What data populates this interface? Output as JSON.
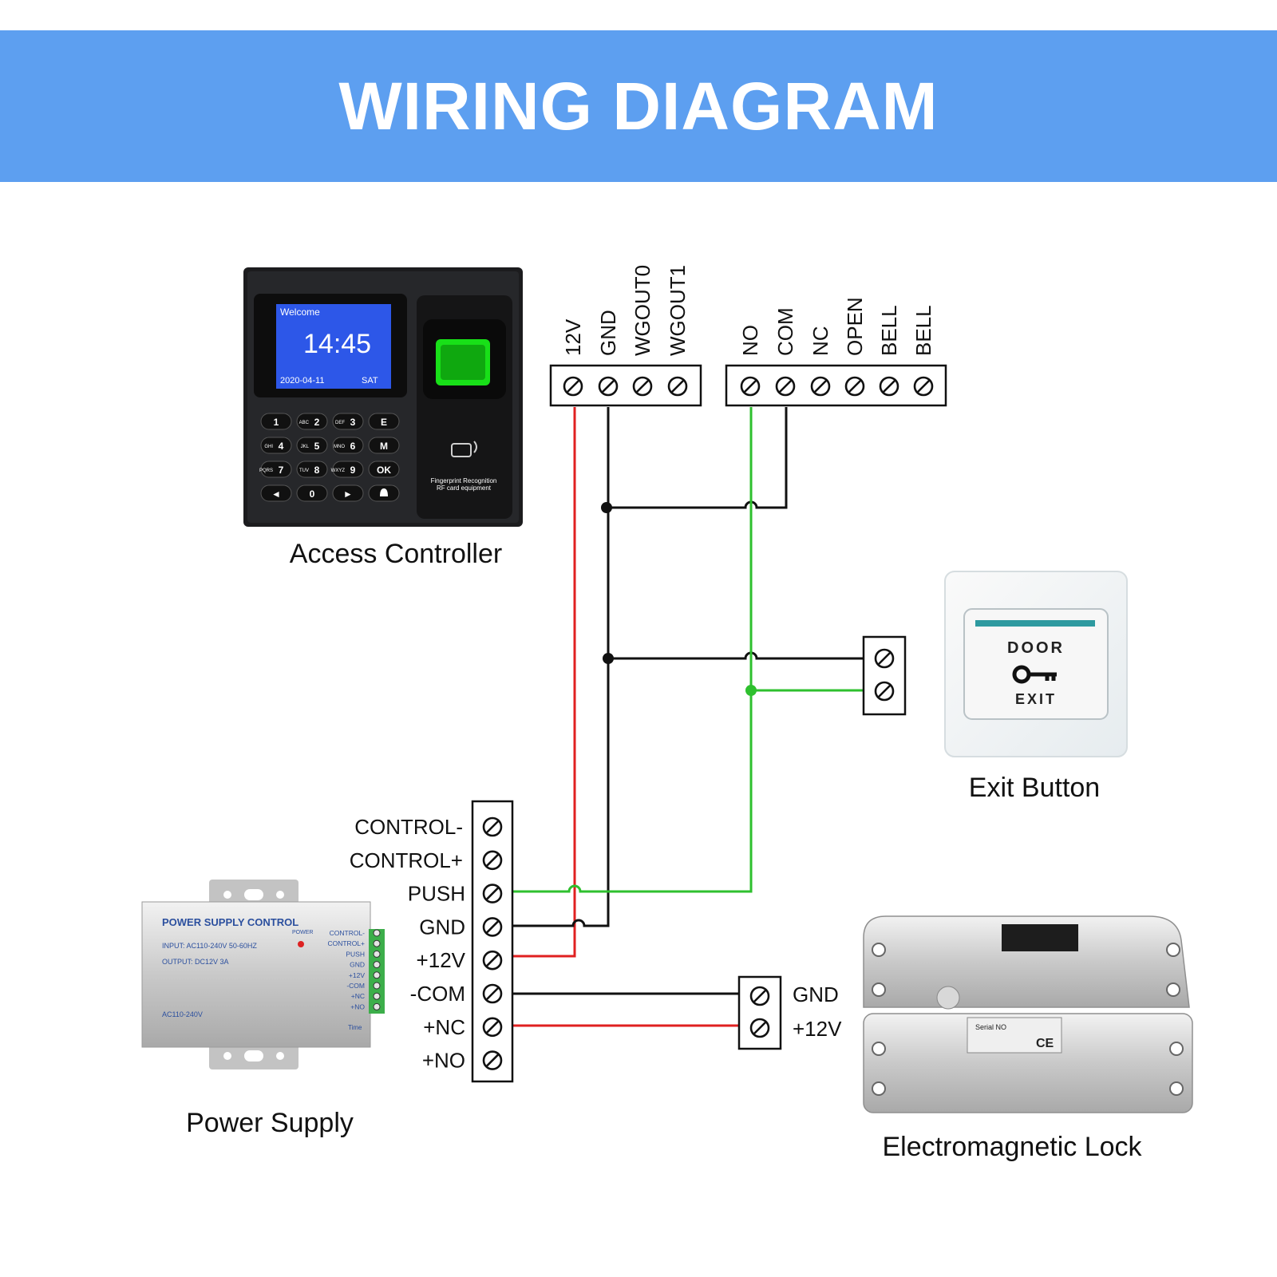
{
  "title": "WIRING DIAGRAM",
  "colors": {
    "banner": "#5d9ff0",
    "wire_red": "#e02020",
    "wire_black": "#111111",
    "wire_green": "#2ec02e"
  },
  "access_controller": {
    "caption": "Access Controller",
    "screen": {
      "welcome": "Welcome",
      "time": "14:45",
      "date": "2020-04-11",
      "day": "SAT"
    },
    "keypad": [
      "1",
      "2",
      "3",
      "E",
      "4",
      "5",
      "6",
      "M",
      "7",
      "8",
      "9",
      "OK",
      "◄",
      "0",
      "►",
      "bell-icon"
    ],
    "key_prefixes": [
      "",
      "ABC",
      "DEF",
      "",
      "GHI",
      "JKL",
      "MNO",
      "",
      "PQRS",
      "TUV",
      "WXYZ",
      "",
      "",
      "",
      "",
      ""
    ],
    "device_text_1": "Fingerprint Recognition",
    "device_text_2": "RF card equipment",
    "terminal_block_1": [
      "12V",
      "GND",
      "WGOUT0",
      "WGOUT1"
    ],
    "terminal_block_2": [
      "NO",
      "COM",
      "NC",
      "OPEN",
      "BELL",
      "BELL"
    ]
  },
  "exit_button": {
    "caption": "Exit Button",
    "line1": "DOOR",
    "line2": "EXIT",
    "icon": "key-icon"
  },
  "power_supply": {
    "caption": "Power Supply",
    "terminals": [
      "CONTROL-",
      "CONTROL+",
      "PUSH",
      "GND",
      "+12V",
      "-COM",
      "+NC",
      "+NO"
    ],
    "device_title": "POWER SUPPLY CONTROL",
    "device_input": "INPUT: AC110-240V 50-60HZ",
    "device_output": "OUTPUT: DC12V  3A",
    "device_ac": "AC110-240V",
    "device_power": "POWER",
    "device_time": "Time",
    "device_terms": [
      "CONTROL-",
      "CONTROL+",
      "PUSH",
      "GND",
      "+12V",
      "-COM",
      "+NC",
      "+NO"
    ]
  },
  "lock": {
    "caption": "Electromagnetic Lock",
    "terminals": [
      "GND",
      "+12V"
    ],
    "label_serial": "Serial NO",
    "label_ce": "CE"
  }
}
